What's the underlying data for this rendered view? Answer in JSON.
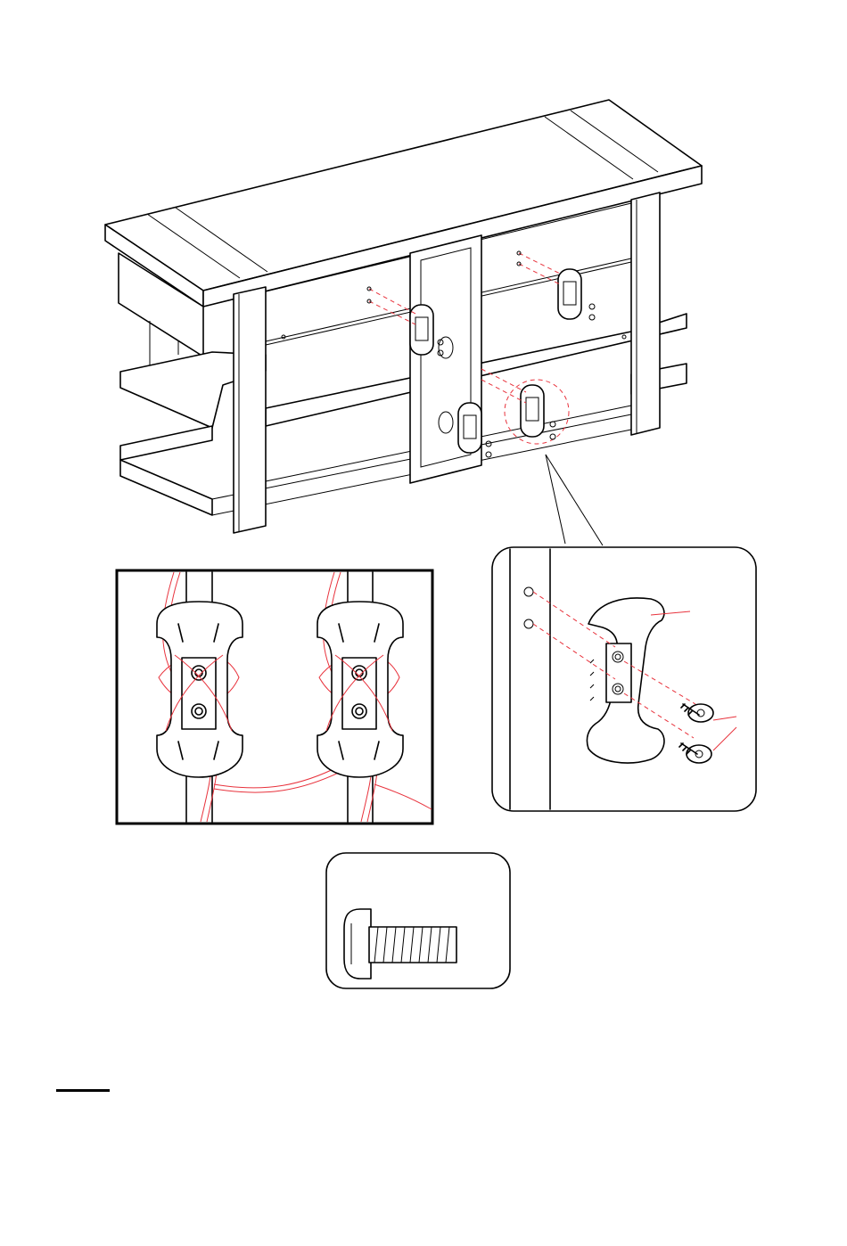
{
  "figure": {
    "main_view": "tv-stand-rear-isometric",
    "detail_views": [
      "cable-clip-routing-detail",
      "cable-clip-mounting-detail"
    ],
    "hardware_callout": "screw",
    "colors": {
      "line": "#000000",
      "cable": "#e8323c",
      "background": "#ffffff"
    }
  }
}
